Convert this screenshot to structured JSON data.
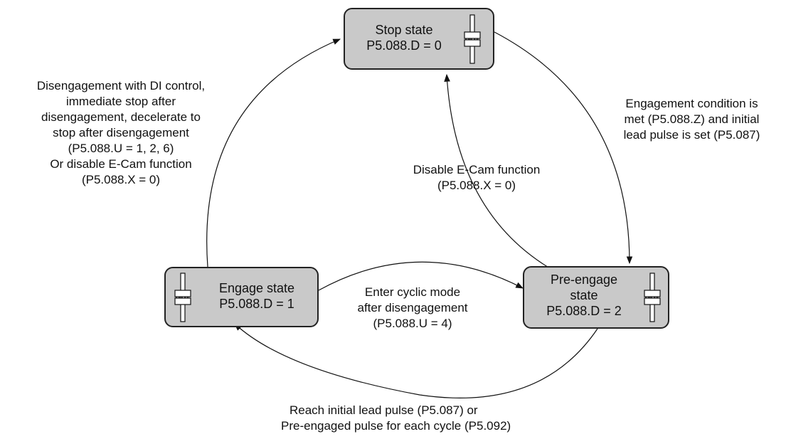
{
  "states": {
    "stop": {
      "line1": "Stop state",
      "line2": "P5.088.D = 0"
    },
    "engage": {
      "line1": "Engage state",
      "line2": "P5.088.D = 1"
    },
    "preengage": {
      "line1": "Pre-engage",
      "line2": "state",
      "line3": "P5.088.D = 2"
    }
  },
  "transitions": {
    "disengage": [
      "Disengagement with DI control,",
      "immediate stop after",
      "disengagement, decelerate to",
      "stop after disengagement",
      "(P5.088.U = 1, 2, 6)",
      "Or disable E-Cam function",
      "(P5.088.X = 0)"
    ],
    "engagement_condition": [
      "Engagement condition is",
      "met (P5.088.Z) and initial",
      "lead pulse is set (P5.087)"
    ],
    "disable_ecam": [
      "Disable E-Cam function",
      "(P5.088.X = 0)"
    ],
    "cyclic": [
      "Enter cyclic mode",
      "after disengagement",
      "(P5.088.U = 4)"
    ],
    "reach_lead": [
      "Reach initial lead pulse (P5.087) or",
      "Pre-engaged pulse for each cycle (P5.092)"
    ]
  },
  "icons": [
    "clutch-icon"
  ]
}
